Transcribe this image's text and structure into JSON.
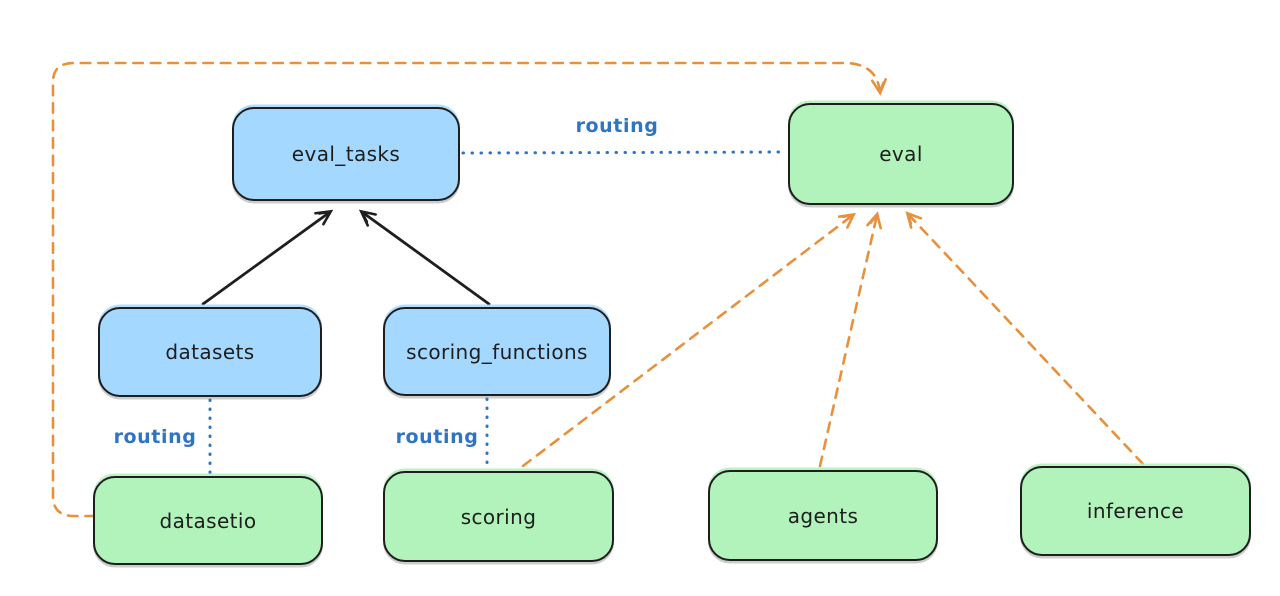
{
  "colors": {
    "background": "#ffffff",
    "node_stroke": "#1e1e1e",
    "blue_node_fill": "#a5d8ff",
    "green_node_fill": "#b2f2bb",
    "routing_blue": "#2f74c2",
    "orange_dashed": "#e8913d",
    "black_arrow": "#1e1e1e",
    "label_text": "#1e1e1e"
  },
  "nodes": {
    "eval_tasks": {
      "label": "eval_tasks",
      "fill": "blue"
    },
    "datasets": {
      "label": "datasets",
      "fill": "blue"
    },
    "scoring_functions": {
      "label": "scoring_functions",
      "fill": "blue"
    },
    "eval": {
      "label": "eval",
      "fill": "green"
    },
    "datasetio": {
      "label": "datasetio",
      "fill": "green"
    },
    "scoring": {
      "label": "scoring",
      "fill": "green"
    },
    "agents": {
      "label": "agents",
      "fill": "green"
    },
    "inference": {
      "label": "inference",
      "fill": "green"
    }
  },
  "edge_labels": {
    "eval_tasks_to_eval": "routing",
    "datasets_to_datasetio": "routing",
    "scoring_functions_to_scoring": "routing"
  },
  "edges": [
    {
      "from": "datasets",
      "to": "eval_tasks",
      "style": "solid-black-arrow"
    },
    {
      "from": "scoring_functions",
      "to": "eval_tasks",
      "style": "solid-black-arrow"
    },
    {
      "from": "eval_tasks",
      "to": "eval",
      "style": "dotted-blue",
      "label": "routing"
    },
    {
      "from": "datasets",
      "to": "datasetio",
      "style": "dotted-blue",
      "label": "routing"
    },
    {
      "from": "scoring_functions",
      "to": "scoring",
      "style": "dotted-blue",
      "label": "routing"
    },
    {
      "from": "datasetio",
      "to": "eval",
      "style": "dashed-orange-arrow"
    },
    {
      "from": "scoring",
      "to": "eval",
      "style": "dashed-orange-arrow"
    },
    {
      "from": "agents",
      "to": "eval",
      "style": "dashed-orange-arrow"
    },
    {
      "from": "inference",
      "to": "eval",
      "style": "dashed-orange-arrow"
    }
  ]
}
